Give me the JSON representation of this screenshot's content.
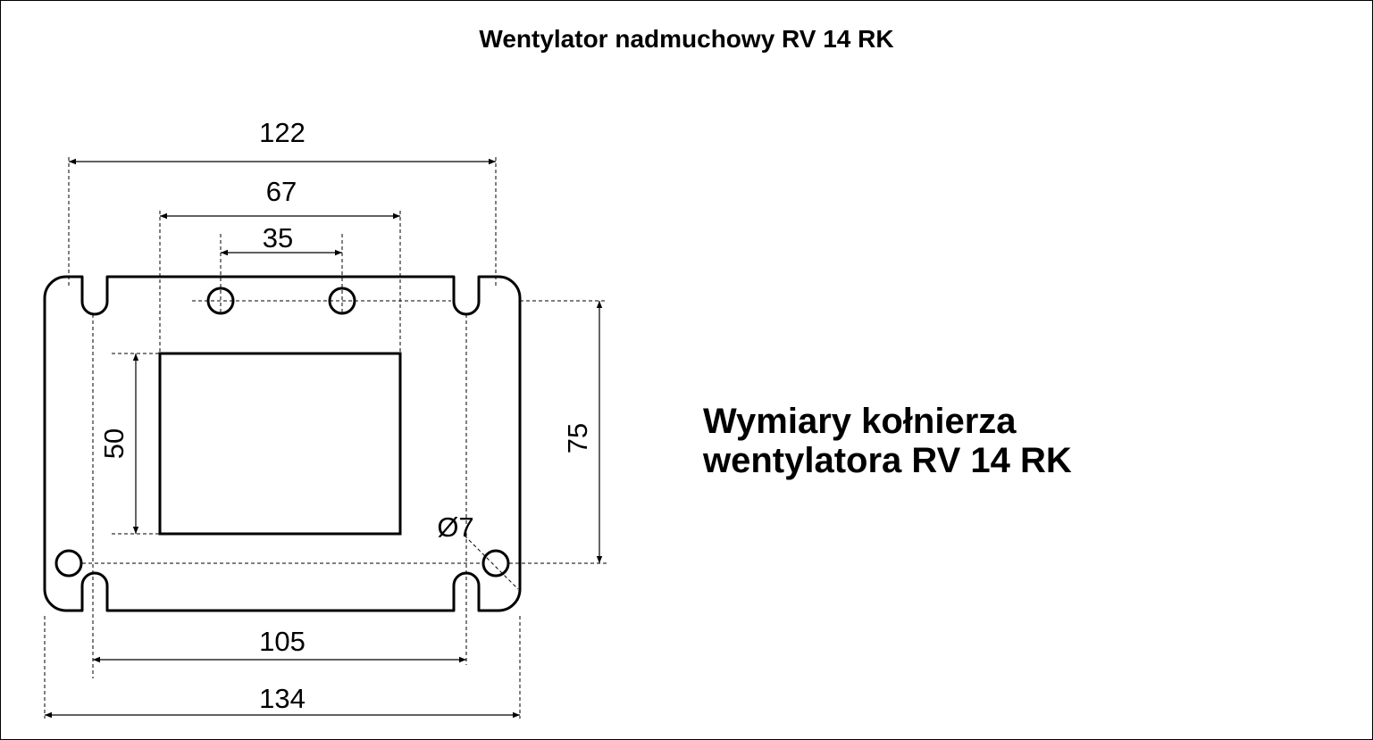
{
  "title": "Wentylator nadmuchowy RV 14 RK",
  "caption": {
    "line1": "Wymiary kołnierza",
    "line2": "wentylatora RV 14 RK"
  },
  "dimensions": {
    "overall_width": "134",
    "outer_slot_span": "122",
    "opening_width": "67",
    "top_hole_spacing": "35",
    "bottom_hole_spacing": "105",
    "opening_height": "50",
    "hole_vertical_spacing": "75",
    "hole_diameter": "Ø7"
  }
}
